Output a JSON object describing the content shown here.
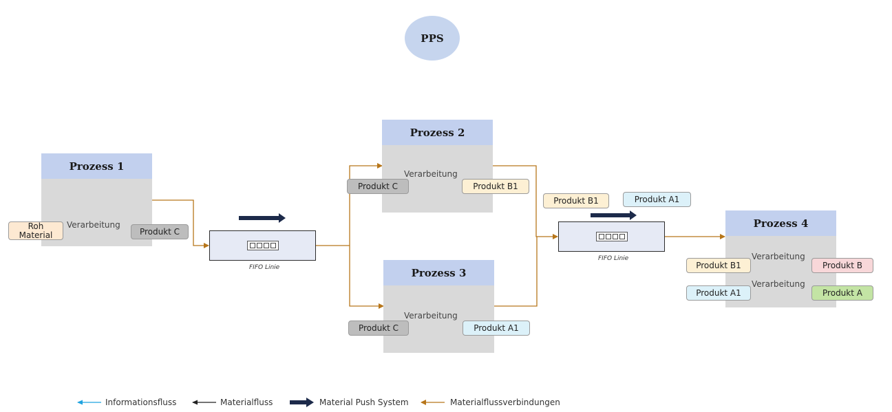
{
  "colors": {
    "pps_fill": "#c6d5ee",
    "process_header": "#c2d0ee",
    "process_body": "#d9d9d9",
    "connector": "#b7761a",
    "push_arrow": "#1c2a4a",
    "info_flow": "#1fa3e0",
    "product_raw": "#fde9d2",
    "product_c": "#bdbdbd",
    "product_b1": "#fdf0d4",
    "product_a1": "#dcf1f9",
    "product_b": "#f8d7d9",
    "product_a": "#c3e4a4"
  },
  "pps": {
    "label": "PPS"
  },
  "processes": {
    "p1": {
      "title": "Prozess 1",
      "step": "Verarbeitung",
      "input": "Roh\nMaterial",
      "output": "Produkt C"
    },
    "p2": {
      "title": "Prozess 2",
      "step": "Verarbeitung",
      "input": "Produkt C",
      "output": "Produkt B1"
    },
    "p3": {
      "title": "Prozess 3",
      "step": "Verarbeitung",
      "input": "Produkt C",
      "output": "Produkt A1"
    },
    "p4": {
      "title": "Prozess 4",
      "step1": "Verarbeitung",
      "input1": "Produkt B1",
      "output1": "Produkt B",
      "step2": "Verarbeitung",
      "input2": "Produkt A1",
      "output2": "Produkt A"
    }
  },
  "fifo": {
    "first": {
      "caption": "FIFO Linie"
    },
    "second": {
      "caption": "FIFO Linie",
      "item1": "Produkt B1",
      "item2": "Produkt A1"
    }
  },
  "legend": {
    "info": "Informationsfluss",
    "material": "Materialfluss",
    "push": "Material Push System",
    "connections": "Materialflussverbindungen"
  }
}
